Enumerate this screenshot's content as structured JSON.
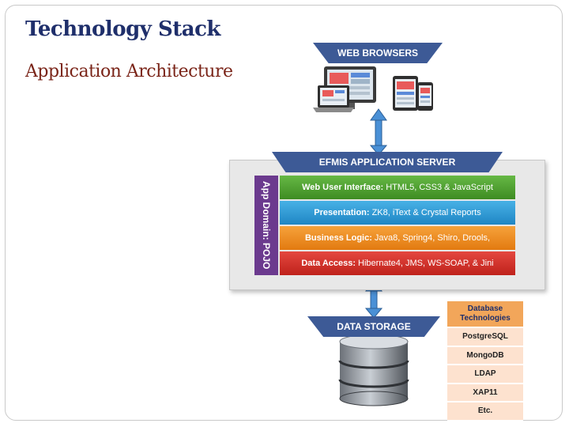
{
  "slide": {
    "title": "Technology Stack",
    "subtitle": "Application Architecture"
  },
  "diagram": {
    "web_browsers": "WEB BROWSERS",
    "server_title": "EFMIS APPLICATION SERVER",
    "app_domain": "App Domain: POJO",
    "layers": [
      {
        "name": "Web User Interface:",
        "tech": "HTML5, CSS3 & JavaScript"
      },
      {
        "name": "Presentation:",
        "tech": "ZK8, iText & Crystal Reports"
      },
      {
        "name": "Business Logic:",
        "tech": "Java8, Spring4, Shiro, Drools,"
      },
      {
        "name": "Data Access:",
        "tech": "Hibernate4, JMS, WS-SOAP, & Jini"
      }
    ],
    "data_storage": "DATA STORAGE",
    "db_technologies": {
      "header": "Database Technologies",
      "items": [
        "PostgreSQL",
        "MongoDB",
        "LDAP",
        "XAP11",
        "Etc."
      ]
    }
  },
  "colors": {
    "banner": "#3d5a96",
    "app_domain": "#6b3a8e",
    "web_ui_layer": "#4fa232",
    "presentation_layer": "#2d9ad6",
    "business_layer": "#ee8c22",
    "data_access_layer": "#d5312a",
    "db_header": "#f2a65a",
    "db_item": "#fde2cf"
  }
}
